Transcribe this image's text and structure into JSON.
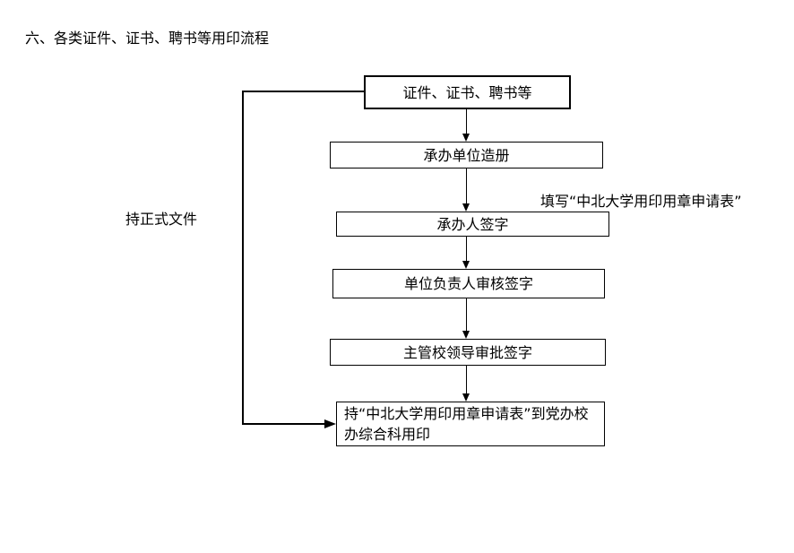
{
  "page": {
    "background_color": "#ffffff",
    "line_color": "#000000"
  },
  "title": "六、各类证件、证书、聘书等用印流程",
  "flowchart": {
    "nodes": [
      {
        "id": "documents",
        "label": "证件、证书、聘书等"
      },
      {
        "id": "unit-register",
        "label": "承办单位造册"
      },
      {
        "id": "handler-sign",
        "label": "承办人签字"
      },
      {
        "id": "unit-leader-sign",
        "label": "单位负责人审核签字"
      },
      {
        "id": "school-leader-sign",
        "label": "主管校领导审批签字"
      },
      {
        "id": "stamp-office",
        "label": "持“中北大学用印用章申请表”到党办校办综合科用印"
      }
    ],
    "side_note": "持正式文件",
    "form_note": "填写“中北大学用印用章申请表”"
  }
}
